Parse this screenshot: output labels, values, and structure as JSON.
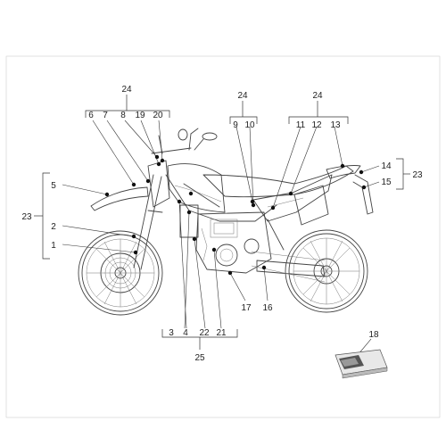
{
  "diagram": {
    "callouts": {
      "c1": "1",
      "c2": "2",
      "c3": "3",
      "c4": "4",
      "c5": "5",
      "c6": "6",
      "c7": "7",
      "c8": "8",
      "c9": "9",
      "c10": "10",
      "c11": "11",
      "c12": "12",
      "c13": "13",
      "c14": "14",
      "c15": "15",
      "c16": "16",
      "c17": "17",
      "c18": "18",
      "c19": "19",
      "c20": "20",
      "c21": "21",
      "c22": "22"
    },
    "groups": {
      "g24a": "24",
      "g24b": "24",
      "g24c": "24",
      "g23a": "23",
      "g23b": "23",
      "g25": "25"
    }
  }
}
